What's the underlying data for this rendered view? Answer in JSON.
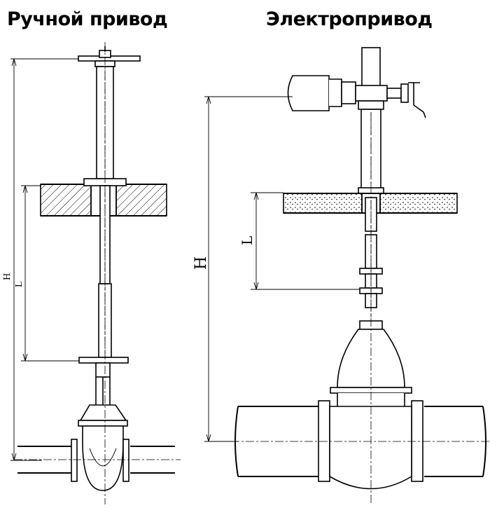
{
  "titles": {
    "manual": "Ручной привод",
    "electric": "Электропривод"
  },
  "labels": {
    "manual_H": "H",
    "manual_L": "L",
    "electric_H": "H",
    "electric_L": "L"
  },
  "colors": {
    "line": "#000000",
    "background": "#ffffff"
  }
}
